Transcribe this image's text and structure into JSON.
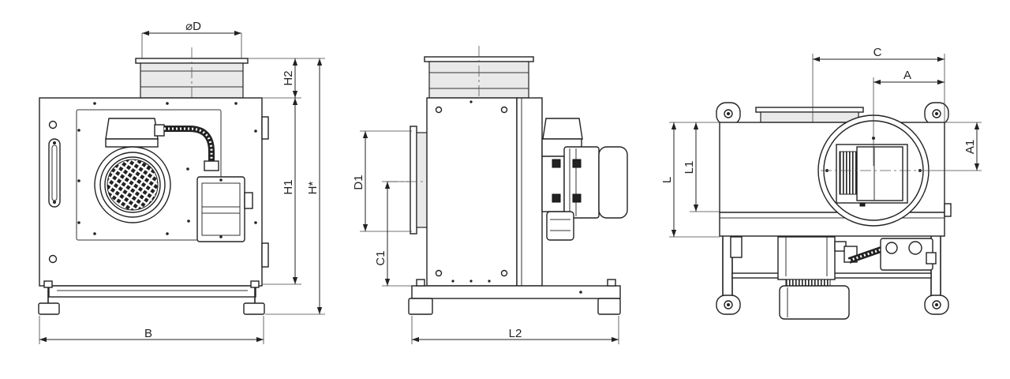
{
  "labels": {
    "dia_d": "⌀D",
    "h2": "H2",
    "h1": "H1",
    "h_total": "H*",
    "b": "B",
    "d1": "D1",
    "c1": "C1",
    "l2": "L2",
    "c": "C",
    "a": "A",
    "a1": "A1",
    "l": "L",
    "l1": "L1"
  },
  "colors": {
    "line": "#222222",
    "fill_light": "#e9e9e9",
    "background": "#ffffff"
  }
}
